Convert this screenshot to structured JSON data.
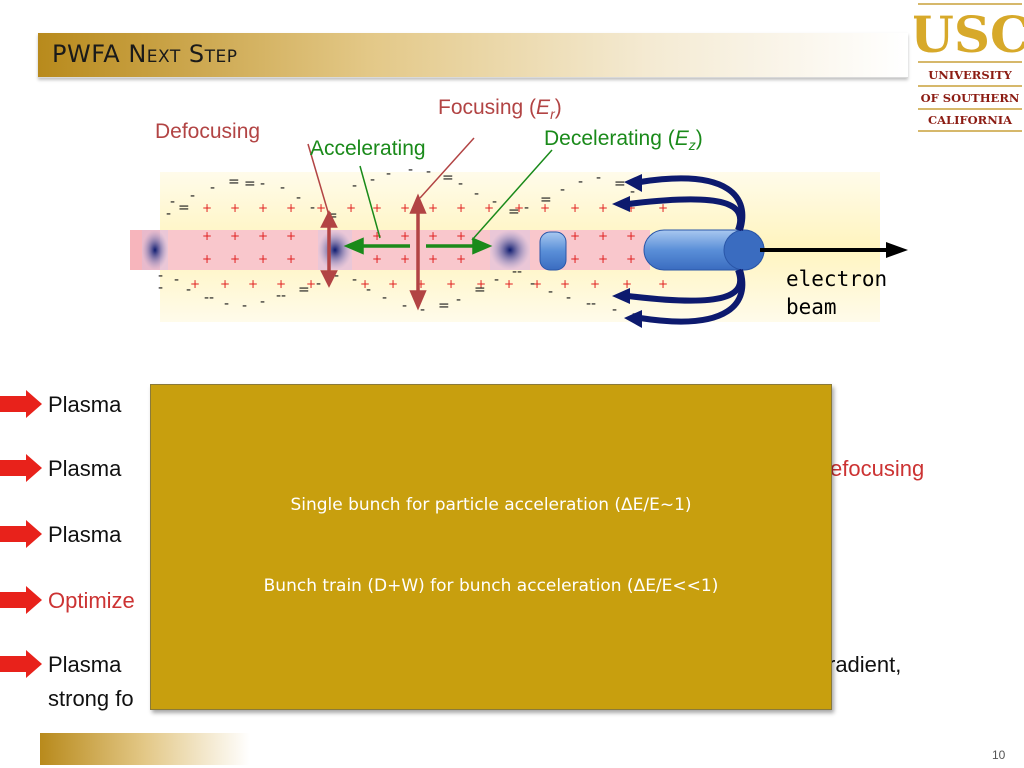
{
  "title": "PWFA Next Step",
  "logo": {
    "usc": "USC",
    "line1": "UNIVERSITY",
    "line2": "OF SOUTHERN",
    "line3": "CALIFORNIA"
  },
  "diagram": {
    "label_defocusing": "Defocusing",
    "label_accelerating": "Accelerating",
    "label_focusing": "Focusing (",
    "label_focusing_var": "E",
    "label_focusing_sub": "r",
    "label_focusing_close": ")",
    "label_decelerating": "Decelerating (",
    "label_decelerating_var": "E",
    "label_decelerating_sub": "z",
    "label_decelerating_close": ")",
    "label_beam_1": "electron",
    "label_beam_2": "beam"
  },
  "bullets": [
    {
      "text": "Plasma"
    },
    {
      "text": "Plasma",
      "tail": "efocusing"
    },
    {
      "text": "Plasma"
    },
    {
      "text": "Optimize"
    },
    {
      "text": "Plasma",
      "tail": "radient,",
      "line2": "strong fo"
    }
  ],
  "overlay": {
    "line1": "Single bunch for particle acceleration (ΔE/E~1)",
    "line2": "Bunch train (D+W) for bunch acceleration (ΔE/E<<1)"
  },
  "page_number": "10",
  "colors": {
    "accent_gold": "#c89f0e",
    "title_gold": "#b88a1c",
    "label_red": "#b24444",
    "label_green": "#1a8a1a",
    "beam_navy": "#0d1a6e",
    "bullet_red": "#e8221b"
  }
}
